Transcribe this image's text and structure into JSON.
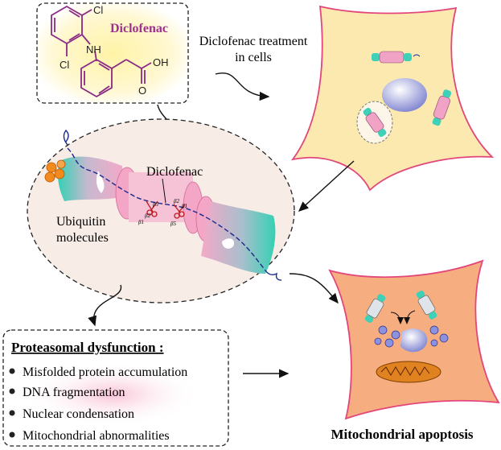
{
  "molecule": {
    "title": "Diclofenac",
    "atoms": {
      "cl_top": "Cl",
      "nh": "NH",
      "cl_bottom": "Cl",
      "oh": "OH",
      "o": "O"
    }
  },
  "treatment_label": {
    "line1": "Diclofenac treatment",
    "line2": "in cells"
  },
  "proteasome": {
    "drug_label": "Diclofenac",
    "ubiquitin_label": {
      "line1": "Ubiquitin",
      "line2": "molecules"
    },
    "subunits": [
      "β1",
      "β2",
      "β5",
      "β2",
      "β1",
      "β5"
    ]
  },
  "dysfunction_box": {
    "title": "Proteasomal dysfunction :",
    "items": [
      "Misfolded protein accumulation",
      "DNA fragmentation",
      "Nuclear condensation",
      "Mitochondrial abnormalities"
    ]
  },
  "outcome_label": "Mitochondrial apoptosis",
  "colors": {
    "cell_yellow": "#fbe9b0",
    "cell_orange": "#f6ad80",
    "cell_border": "#e2467a",
    "bond_purple": "#8a2a86",
    "proteasome_teal": "#3ed1b8",
    "proteasome_pink": "#f1a3c5",
    "nucleus": "#8a8ed6"
  }
}
